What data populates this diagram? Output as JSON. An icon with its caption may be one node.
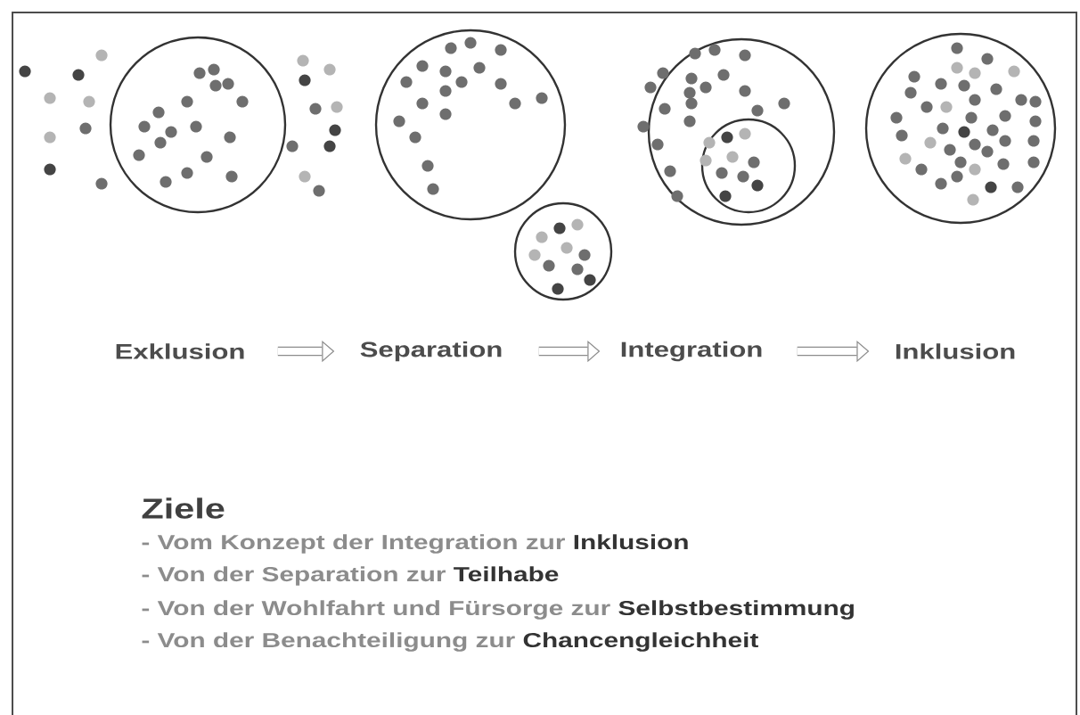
{
  "diagram": {
    "nodes": [
      {
        "text": [
          "Exklusion"
        ]
      },
      {
        "text": [
          "Separation"
        ]
      },
      {
        "text": [
          "Integration"
        ]
      },
      {
        "text": [
          "Inklusion"
        ]
      }
    ],
    "edges": [
      {
        "from": 0,
        "to": 1,
        "arrow": "to"
      },
      {
        "from": 1,
        "to": 2,
        "arrow": "to"
      },
      {
        "from": 2,
        "to": 3,
        "arrow": "to"
      }
    ],
    "labels": [
      "Ziele",
      "- Vom Konzept der Integration zur **Inklusion**",
      "- Von der Separation zur **Teilhabe**",
      "- Von der Wohlfahrt und Fürsorge zur **Selbstbestimmung**",
      "- Von der Benachteiligung zur **Chancengleichheit**"
    ]
  }
}
